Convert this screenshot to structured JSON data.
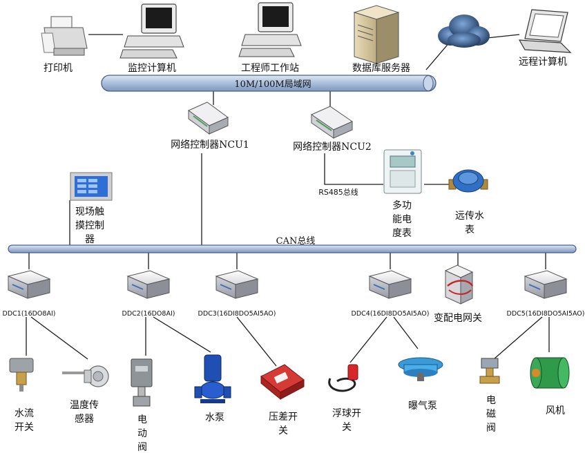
{
  "top": {
    "printer": "打印机",
    "monitor_pc": "监控计算机",
    "engineer_ws": "工程师工作站",
    "db_server": "数据库服务器",
    "remote_pc": "远程计算机"
  },
  "lan_label": "10M/100M局域网",
  "ncu1": "网络控制器NCU1",
  "ncu2": "网络控制器NCU2",
  "rs485": "RS485总线",
  "meter_lines": [
    "多功",
    "能电",
    "度表"
  ],
  "water_meter_lines": [
    "远传水",
    "表"
  ],
  "touch_lines": [
    "现场触",
    "摸控制",
    "器"
  ],
  "can_label": "CAN总线",
  "ddc": {
    "ddc1": "DDC1(16DO8AI)",
    "ddc2": "DDC2(16DO8AI)",
    "ddc3": "DDC3(16DI8DO5AI5AO)",
    "ddc4": "DDC4(16DI8DO5AI5AO)",
    "ddc5": "DDC5(16DI8DO5AI5AO)"
  },
  "substation_gw": "变配电网关",
  "devices": {
    "flow_switch": [
      "水流",
      "开关"
    ],
    "temp_sensor": [
      "温度传",
      "感器"
    ],
    "elec_valve": [
      "电",
      "动",
      "阀"
    ],
    "water_pump": "水泵",
    "diff_switch": [
      "压差开",
      "关"
    ],
    "float_switch": [
      "浮球开",
      "关"
    ],
    "aerator": "曝气泵",
    "solenoid_valve": [
      "电",
      "磁",
      "阀"
    ],
    "fan": "风机"
  },
  "colors": {
    "bus_fill": "#b9cbe4",
    "bus_stroke": "#4a5f86",
    "line": "#1a1a1a",
    "device_body": "#e9e9ee",
    "cloud": "#3c5a80"
  }
}
